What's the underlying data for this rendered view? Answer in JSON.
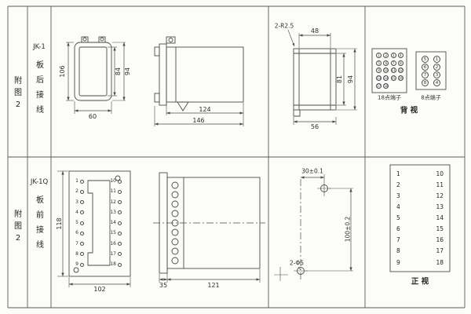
{
  "palette": {
    "ink": "#4a4a4a",
    "paper": "#fcfcfa"
  },
  "sidebar": {
    "top": {
      "figure": "附图2",
      "model": "JK-1",
      "wiring": "板后接线"
    },
    "bottom": {
      "figure": "附图2",
      "model": "JK-1Q",
      "wiring": "板前接线"
    }
  },
  "top_row": {
    "front_view": {
      "dim_height": "106",
      "dim_inner": "84",
      "dim_outer": "94",
      "dim_width": "60"
    },
    "side_view": {
      "dim_body": "124",
      "dim_total": "146"
    },
    "rear_view": {
      "corner_note": "2-R2.5",
      "dim_top": "48",
      "dim_inner_height": "81",
      "dim_height": "94",
      "dim_bottom": "56"
    },
    "terminals": {
      "grid18": {
        "label": "18点端子",
        "numbers": [
          "1",
          "2",
          "3",
          "4",
          "5",
          "6",
          "7",
          "8",
          "9",
          "10",
          "11",
          "12",
          "13",
          "14",
          "15",
          "16",
          "17",
          "18"
        ]
      },
      "grid8": {
        "label": "8点端子",
        "numbers": [
          "5",
          "1",
          "6",
          "2",
          "7",
          "3",
          "8",
          "4"
        ]
      },
      "view_label": "背 视"
    }
  },
  "bottom_row": {
    "front_view": {
      "dim_height": "118",
      "dim_width": "102",
      "left_terminals": [
        "1",
        "2",
        "3",
        "4",
        "5",
        "6",
        "7",
        "8",
        "9"
      ],
      "right_terminals": [
        "10",
        "11",
        "12",
        "13",
        "14",
        "15",
        "16",
        "17",
        "18"
      ]
    },
    "side_view": {
      "dim_flange": "35",
      "dim_body": "121"
    },
    "drill_plan": {
      "dim_horizontal": "30±0.1",
      "dim_vertical": "100±0.2",
      "holes_label": "2-Φ5"
    },
    "table": {
      "rows": [
        {
          "l": "1",
          "r": "10"
        },
        {
          "l": "2",
          "r": "11"
        },
        {
          "l": "3",
          "r": "12"
        },
        {
          "l": "4",
          "r": "13"
        },
        {
          "l": "5",
          "r": "14"
        },
        {
          "l": "6",
          "r": "15"
        },
        {
          "l": "7",
          "r": "16"
        },
        {
          "l": "8",
          "r": "17"
        },
        {
          "l": "9",
          "r": "18"
        }
      ],
      "view_label": "正 视"
    }
  }
}
